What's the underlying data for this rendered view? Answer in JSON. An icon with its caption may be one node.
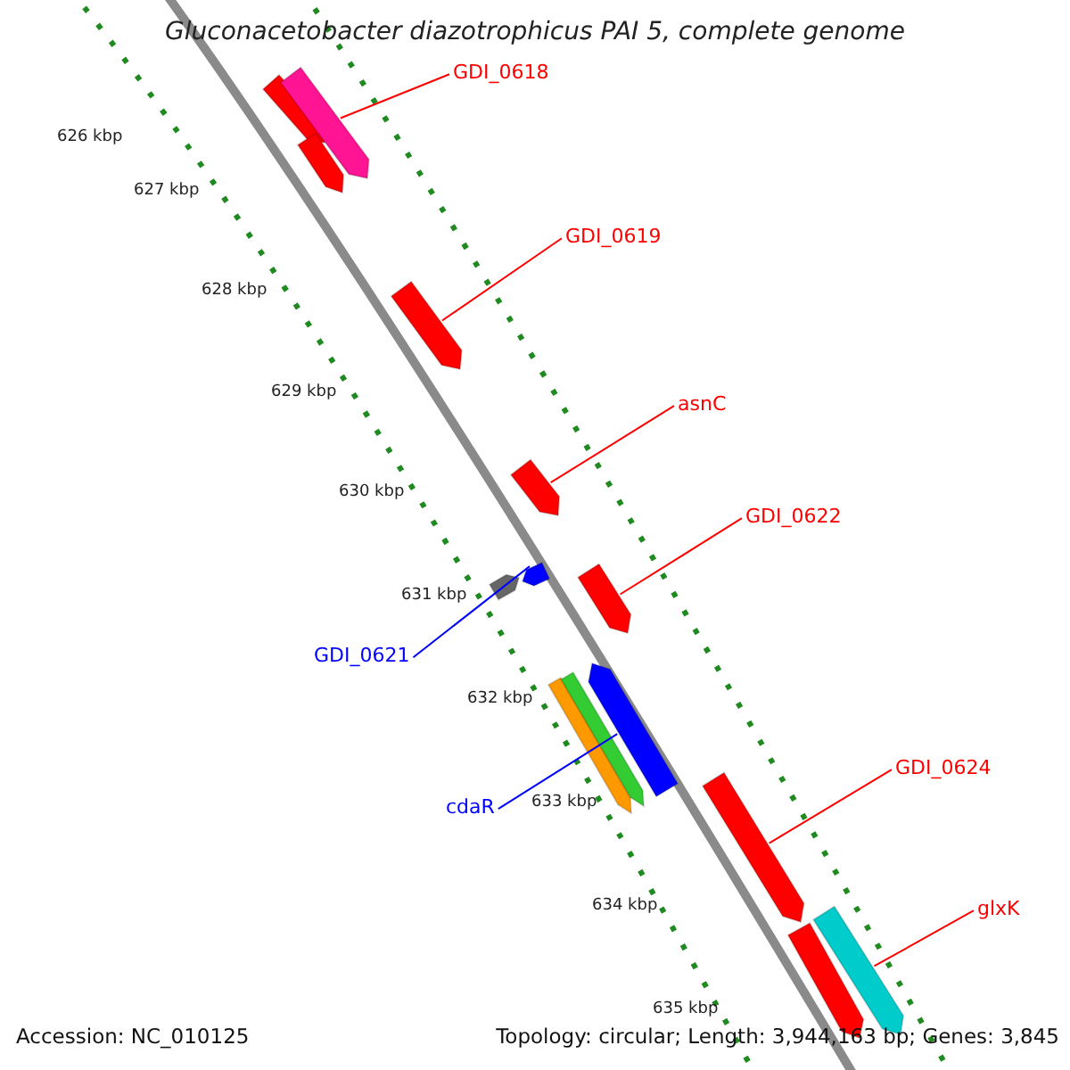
{
  "diagram": {
    "title": "Gluconacetobacter diazotrophicus PAI 5, complete genome",
    "nodes": [
      {
        "text": [
          "GDI_0618"
        ]
      },
      {
        "text": [],
        "shape": "bar"
      },
      {
        "text": [
          "GDI_0619"
        ]
      },
      {
        "text": [],
        "shape": "bar"
      },
      {
        "text": [
          "asnC"
        ]
      },
      {
        "text": [],
        "shape": "bar"
      },
      {
        "text": [
          "GDI_0622"
        ]
      },
      {
        "text": [],
        "shape": "bar"
      },
      {
        "text": [
          "GDI_0621"
        ]
      },
      {
        "text": [],
        "shape": "bar"
      },
      {
        "text": [
          "cdaR"
        ]
      },
      {
        "text": [],
        "shape": "bar"
      },
      {
        "text": [
          "GDI_0624"
        ]
      },
      {
        "text": [],
        "shape": "bar"
      },
      {
        "text": [
          "glxK"
        ]
      },
      {
        "text": [],
        "shape": "bar"
      }
    ],
    "edges": [
      {
        "from": 0,
        "to": 1,
        "arrow": "none"
      },
      {
        "from": 2,
        "to": 3,
        "arrow": "none"
      },
      {
        "from": 4,
        "to": 5,
        "arrow": "none"
      },
      {
        "from": 6,
        "to": 7,
        "arrow": "none"
      },
      {
        "from": 8,
        "to": 9,
        "arrow": "none",
        "color": "#0000ff"
      },
      {
        "from": 10,
        "to": 11,
        "arrow": "none",
        "color": "#0000ff"
      },
      {
        "from": 12,
        "to": 13,
        "arrow": "none"
      },
      {
        "from": 14,
        "to": 15,
        "arrow": "none"
      }
    ],
    "labels": [
      "626 kbp",
      "627 kbp",
      "628 kbp",
      "629 kbp",
      "630 kbp",
      "631 kbp",
      "632 kbp",
      "633 kbp",
      "634 kbp",
      "635 kbp",
      "Accession: NC_010125",
      "Topology: circular; Length: 3,944,163 bp; Genes: 3,845"
    ]
  }
}
